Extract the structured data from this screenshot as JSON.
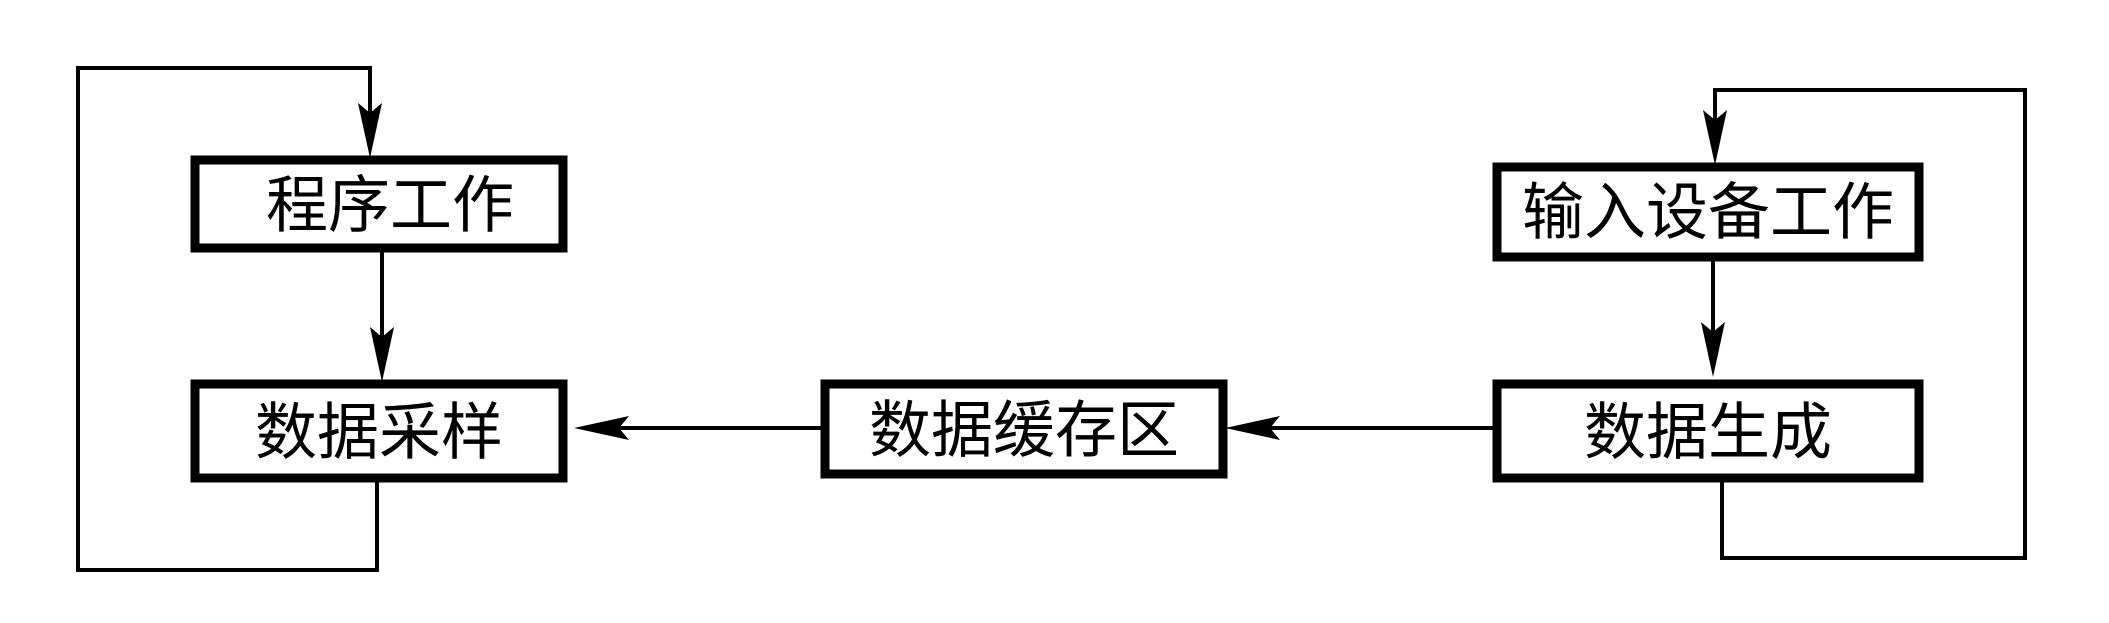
{
  "nodes": {
    "program_work": "程序工作",
    "data_sampling": "数据采样",
    "data_buffer": "数据缓存区",
    "input_device_work": "输入设备工作",
    "data_generation": "数据生成"
  },
  "colors": {
    "stroke": "#000000",
    "background": "#ffffff"
  }
}
